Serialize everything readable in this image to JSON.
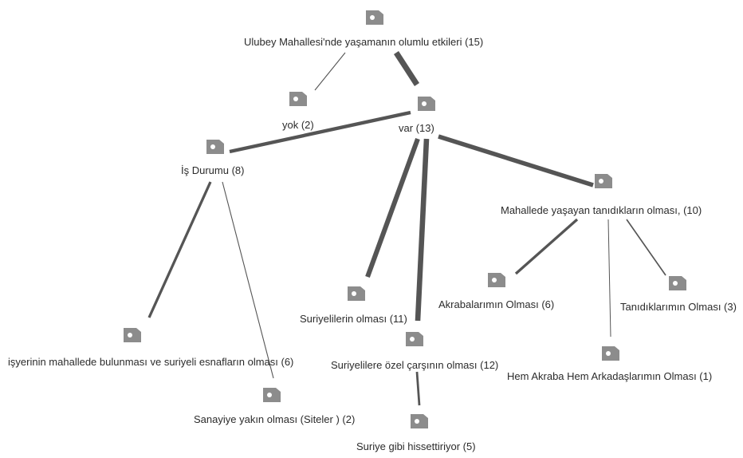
{
  "diagram": {
    "nodes": {
      "root": {
        "label": "Ulubey Mahallesi'nde yaşamanın  olumlu etkileri (15)"
      },
      "yok": {
        "label": "yok (2)"
      },
      "var": {
        "label": "var (13)"
      },
      "is_durumu": {
        "label": "İş Durumu (8)"
      },
      "isyerinin": {
        "label": "işyerinin mahallede bulunması ve suriyeli esnafların olması (6)"
      },
      "sanayiye": {
        "label": "Sanayiye yakın olması (Siteler ) (2)"
      },
      "suriyelilerin": {
        "label": "Suriyelilerin olması (11)"
      },
      "carsi": {
        "label": "Suriyelilere özel çarşının olması (12)"
      },
      "suriye_gibi": {
        "label": "Suriye gibi hissettiriyor (5)"
      },
      "mahallede": {
        "label": "Mahallede yaşayan tanıdıkların olması,  (10)"
      },
      "akraba": {
        "label": "Akrabalarımın Olması (6)"
      },
      "tanidik": {
        "label": "Tanıdıklarımın Olması (3)"
      },
      "hem": {
        "label": "Hem Akraba Hem Arkadaşlarımın Olması (1)"
      }
    },
    "edges": [
      {
        "from": "root",
        "to": "yok",
        "weight": 2
      },
      {
        "from": "root",
        "to": "var",
        "weight": 13
      },
      {
        "from": "var",
        "to": "is_durumu",
        "weight": 8
      },
      {
        "from": "var",
        "to": "suriyelilerin",
        "weight": 11
      },
      {
        "from": "var",
        "to": "carsi",
        "weight": 12
      },
      {
        "from": "var",
        "to": "mahallede",
        "weight": 10
      },
      {
        "from": "is_durumu",
        "to": "isyerinin",
        "weight": 6
      },
      {
        "from": "is_durumu",
        "to": "sanayiye",
        "weight": 2
      },
      {
        "from": "carsi",
        "to": "suriye_gibi",
        "weight": 5
      },
      {
        "from": "mahallede",
        "to": "akraba",
        "weight": 6
      },
      {
        "from": "mahallede",
        "to": "tanidik",
        "weight": 3
      },
      {
        "from": "mahallede",
        "to": "hem",
        "weight": 1
      }
    ],
    "tag_icon": "tag-icon",
    "colors": {
      "edge": "#555555",
      "tag": "#8c8c8c",
      "text": "#2b2b2b"
    }
  }
}
